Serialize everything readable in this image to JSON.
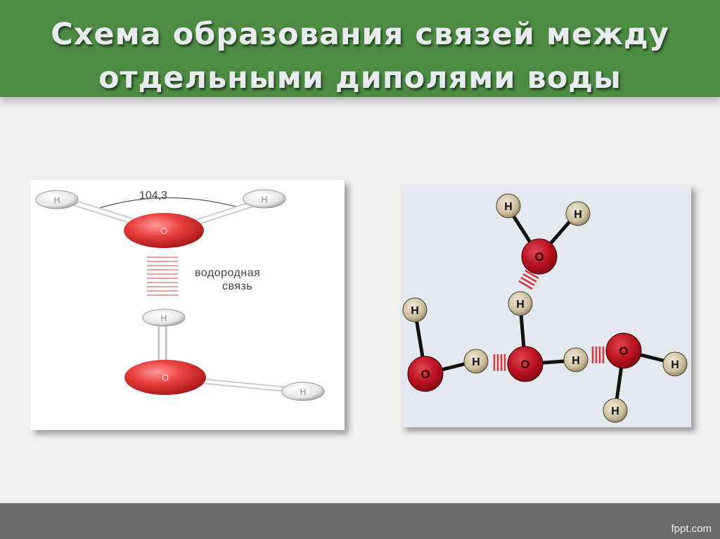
{
  "slide": {
    "title_line1": "Схема образования связей между",
    "title_line2": "отдельными диполями воды",
    "footer": "fppt.com"
  },
  "left_diagram": {
    "angle_label": "104,3",
    "bond_label_line1": "водородная",
    "bond_label_line2": "связь",
    "oxygen_label": "O",
    "hydrogen_label": "H"
  },
  "right_diagram": {
    "oxygen_label": "O",
    "hydrogen_label": "H"
  },
  "colors": {
    "header_green": "#4c8a42",
    "oxygen_red": "#c8102e",
    "hydrogen_tan": "#cbbfa3",
    "footer_gray": "#6a6a6a"
  }
}
